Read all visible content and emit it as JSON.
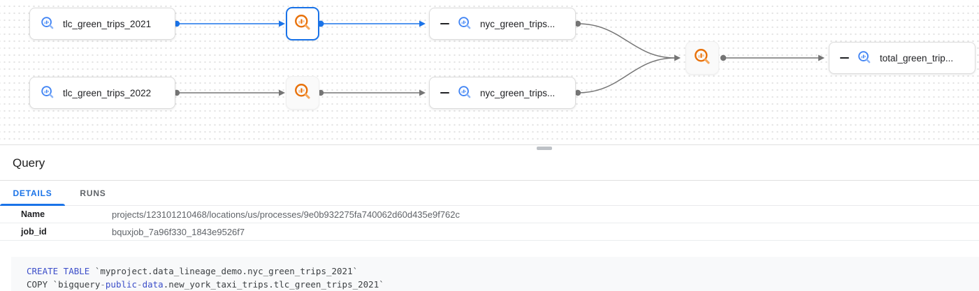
{
  "icons": {
    "table_icon": "bigquery-magnifier-with-bar-chart",
    "process_icon": "query-process-magnifier",
    "collapse_icon": "minus-collapse"
  },
  "colors": {
    "selected_path": "#1a73e8",
    "edge": "#757575",
    "table_accent": "#4285f4",
    "process_accent": "#e8710a",
    "tab_active": "#1a73e8"
  },
  "graph": {
    "nodes": [
      {
        "id": "tlc_green_trips_2021",
        "type": "table",
        "label": "tlc_green_trips_2021"
      },
      {
        "id": "tlc_green_trips_2022",
        "type": "table",
        "label": "tlc_green_trips_2022"
      },
      {
        "id": "process_1",
        "type": "process",
        "selected": true
      },
      {
        "id": "process_2",
        "type": "process",
        "selected": false
      },
      {
        "id": "nyc_green_trips_2021",
        "type": "table",
        "label": "nyc_green_trips...",
        "collapsible": true
      },
      {
        "id": "nyc_green_trips_2022",
        "type": "table",
        "label": "nyc_green_trips...",
        "collapsible": true
      },
      {
        "id": "process_3",
        "type": "process",
        "selected": false
      },
      {
        "id": "total_green_trips",
        "type": "table",
        "label": "total_green_trip...",
        "collapsible": true
      }
    ]
  },
  "panel": {
    "title": "Query",
    "tabs": [
      {
        "label": "DETAILS",
        "active": true
      },
      {
        "label": "RUNS",
        "active": false
      }
    ],
    "details": [
      {
        "label": "Name",
        "value": "projects/123101210468/locations/us/processes/9e0b932275fa740062d60d435e9f762c"
      },
      {
        "label": "job_id",
        "value": "bquxjob_7a96f330_1843e9526f7"
      }
    ]
  },
  "code": {
    "lines": [
      [
        {
          "text": "CREATE TABLE",
          "style": "keyword"
        },
        {
          "text": " `myproject.data_lineage_demo.nyc_green_trips_2021`",
          "style": "plain"
        }
      ],
      [
        {
          "text": "COPY `bigquery",
          "style": "plain"
        },
        {
          "text": "-",
          "style": "muted"
        },
        {
          "text": "public",
          "style": "keyword"
        },
        {
          "text": "-",
          "style": "muted"
        },
        {
          "text": "data",
          "style": "keyword"
        },
        {
          "text": ".new_york_taxi_trips.tlc_green_trips_2021`",
          "style": "plain"
        }
      ]
    ]
  }
}
